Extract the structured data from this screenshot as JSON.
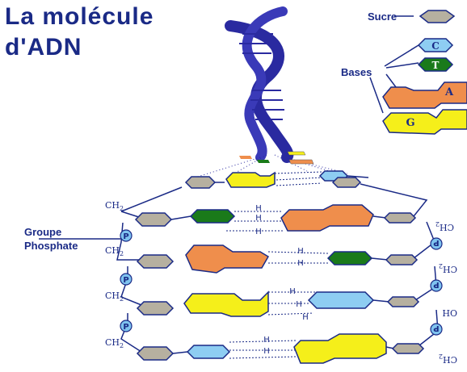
{
  "title": {
    "line1": "La molécule",
    "line2": "d'ADN"
  },
  "legend": {
    "sucre": "Sucre",
    "bases": "Bases",
    "c": "C",
    "t": "T",
    "a": "A",
    "g": "G"
  },
  "labels": {
    "groupe_phosphate_1": "Groupe",
    "groupe_phosphate_2": "Phosphate",
    "ch2": "CH",
    "sub2": "2",
    "p": "P",
    "o": "O",
    "h": "H"
  },
  "colors": {
    "title": "#1a2a86",
    "sugar": "#b6b0a0",
    "adenine": "#ef8e4c",
    "guanine": "#f5ef1a",
    "cytosine": "#8ecdf2",
    "thymine": "#1a7a1a",
    "phosphate": "#7fc3ef",
    "helix": "#2a2aa0"
  }
}
